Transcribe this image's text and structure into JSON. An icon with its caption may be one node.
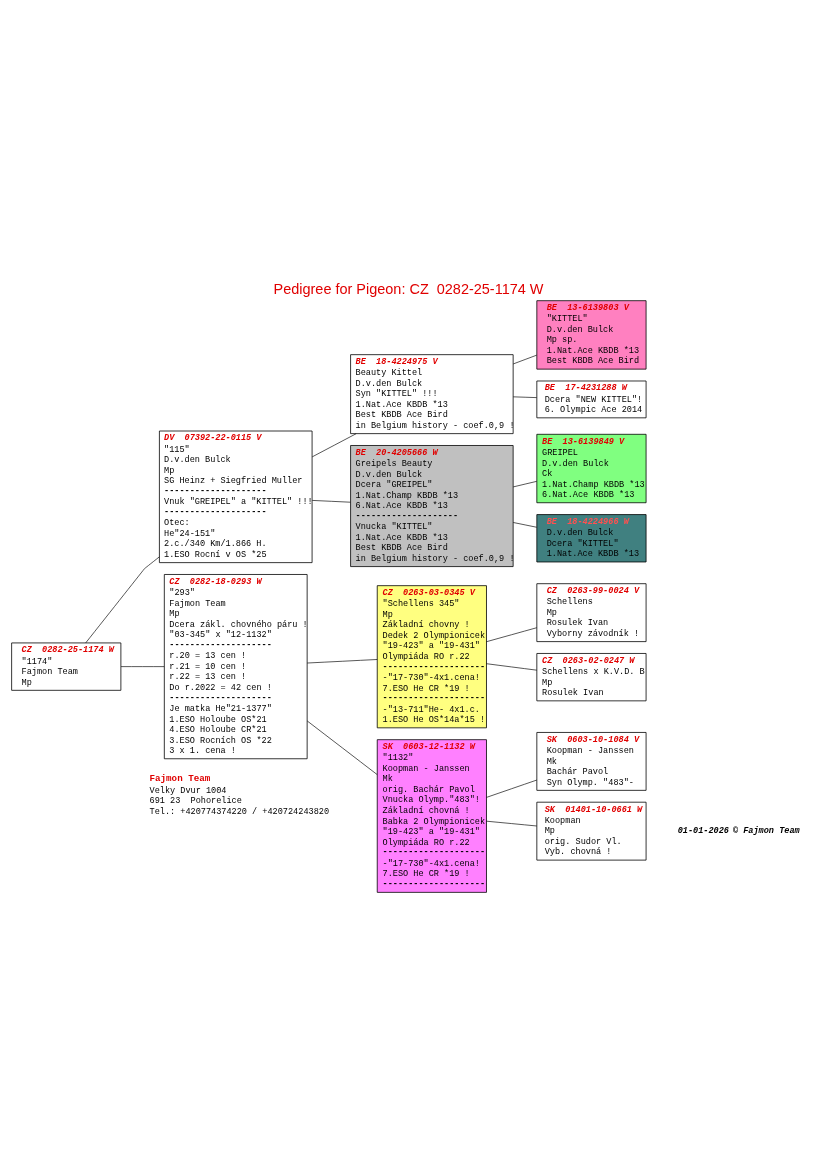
{
  "diagram": {
    "title": "Pedigree for Pigeon: CZ  0282-25-1174 W",
    "nodes": [
      {
        "text": [
          "CZ  0282-25-1174 W",
          "\"1174\"",
          "Fajmon Team",
          "Mp"
        ]
      },
      {
        "text": [
          "DV  07392-22-0115 V",
          "\"115\"",
          "D.v.den Bulck",
          "Mp",
          "SG Heinz + Siegfried Muller",
          "--------------------",
          "Vnuk \"GREIPEL\" a \"KITTEL\" !!!",
          "--------------------",
          "Otec:",
          "He\"24-151\"",
          "2.c./340 Km/1.866 H.",
          "1.ESO Rocní v OS *25"
        ]
      },
      {
        "text": [
          "CZ  0282-18-0293 W",
          "\"293\"",
          "Fajmon Team",
          "Mp",
          "Dcera zákl. chovného páru !",
          "\"03-345\" x \"12-1132\"",
          "--------------------",
          "r.20 = 13 cen !",
          "r.21 = 10 cen !",
          "r.22 = 13 cen !",
          "Do r.2022 = 42 cen !",
          "--------------------",
          "Je matka He\"21-1377\"",
          "1.ESO Holoube OS*21",
          "4.ESO Holoube CR*21",
          "3.ESO Rocních OS *22",
          "3 x 1. cena !"
        ]
      },
      {
        "text": [
          "BE  18-4224975 V",
          "Beauty Kittel",
          "D.v.den Bulck",
          "Syn \"KITTEL\" !!!",
          "1.Nat.Ace KBDB *13",
          "Best KBDB Ace Bird",
          "in Belgium history - coef.0,9 !"
        ]
      },
      {
        "text": [
          "BE  20-4205666 W",
          "Greipels Beauty",
          "D.v.den Bulck",
          "Dcera \"GREIPEL\"",
          "1.Nat.Champ KBDB *13",
          "6.Nat.Ace KBDB *13",
          "--------------------",
          "Vnucka \"KITTEL\"",
          "1.Nat.Ace KBDB *13",
          "Best KBDB Ace Bird",
          "in Belgium history - coef.0,9 !"
        ]
      },
      {
        "text": [
          "CZ  0263-03-0345 V",
          "\"Schellens 345\"",
          "Mp",
          "Základní chovny !",
          "Dedek 2 Olympionicek",
          "\"19-423\" a \"19-431\"",
          "Olympiáda RO r.22",
          "--------------------",
          "-\"17-730\"-4x1.cena!",
          "7.ESO He CR *19 !",
          "--------------------",
          "-\"13-711\"He- 4x1.c.",
          "1.ESO He OS*14a*15 !"
        ]
      },
      {
        "text": [
          "SK  0603-12-1132 W",
          "\"1132\"",
          "Koopman - Janssen",
          "Mk",
          "orig. Bachár Pavol",
          "Vnucka Olymp.\"483\"!",
          "Základní chovná !",
          "Babka 2 Olympionicek",
          "\"19-423\" a \"19-431\"",
          "Olympiáda RO r.22",
          "--------------------",
          "-\"17-730\"-4x1.cena!",
          "7.ESO He CR *19 !",
          "--------------------"
        ]
      },
      {
        "text": [
          "BE  13-6139803 V",
          "\"KITTEL\"",
          "D.v.den Bulck",
          "Mp sp.",
          "1.Nat.Ace KBDB *13",
          "Best KBDB Ace Bird"
        ]
      },
      {
        "text": [
          "BE  17-4231288 W",
          "Dcera \"NEW KITTEL\"!",
          "6. Olympic Ace 2014"
        ]
      },
      {
        "text": [
          "BE  13-6139849 V",
          "GREIPEL",
          "D.v.den Bulck",
          "Ck",
          "1.Nat.Champ KBDB *13",
          "6.Nat.Ace KBDB *13"
        ]
      },
      {
        "text": [
          "BE  18-4224966 W",
          "D.v.den Bulck",
          "Dcera \"KITTEL\"",
          "1.Nat.Ace KBDB *13"
        ]
      },
      {
        "text": [
          "CZ  0263-99-0024 V",
          "Schellens",
          "Mp",
          "Rosulek Ivan",
          "Vyborny závodník !"
        ]
      },
      {
        "text": [
          "CZ  0263-02-0247 W",
          "Schellens x K.V.D. B",
          "Mp",
          "Rosulek Ivan"
        ]
      },
      {
        "text": [
          "SK  0603-10-1084 V",
          "Koopman - Janssen",
          "Mk",
          "Bachár Pavol",
          "Syn Olymp. \"483\"-"
        ]
      },
      {
        "text": [
          "SK  01401-10-0661 W",
          "Koopman",
          "Mp",
          "orig. Sudor Vl.",
          "Vyb. chovná !"
        ]
      }
    ],
    "edges": [
      {
        "from": 0,
        "to": 1,
        "arrow": "none"
      },
      {
        "from": 0,
        "to": 2,
        "arrow": "none"
      },
      {
        "from": 1,
        "to": 3,
        "arrow": "none"
      },
      {
        "from": 1,
        "to": 4,
        "arrow": "none"
      },
      {
        "from": 2,
        "to": 5,
        "arrow": "none"
      },
      {
        "from": 2,
        "to": 6,
        "arrow": "none"
      },
      {
        "from": 3,
        "to": 7,
        "arrow": "none"
      },
      {
        "from": 3,
        "to": 8,
        "arrow": "none"
      },
      {
        "from": 4,
        "to": 9,
        "arrow": "none"
      },
      {
        "from": 4,
        "to": 10,
        "arrow": "none"
      },
      {
        "from": 5,
        "to": 11,
        "arrow": "none"
      },
      {
        "from": 5,
        "to": 12,
        "arrow": "none"
      },
      {
        "from": 6,
        "to": 13,
        "arrow": "none"
      },
      {
        "from": 6,
        "to": 14,
        "arrow": "none"
      }
    ],
    "labels": [
      "Fajmon Team",
      "Velky Dvur 1004",
      "691 23  Pohorelice",
      "Tel.: +420774374220 / +420724243820",
      "01-01-2026",
      "© Fajmon Team"
    ]
  }
}
